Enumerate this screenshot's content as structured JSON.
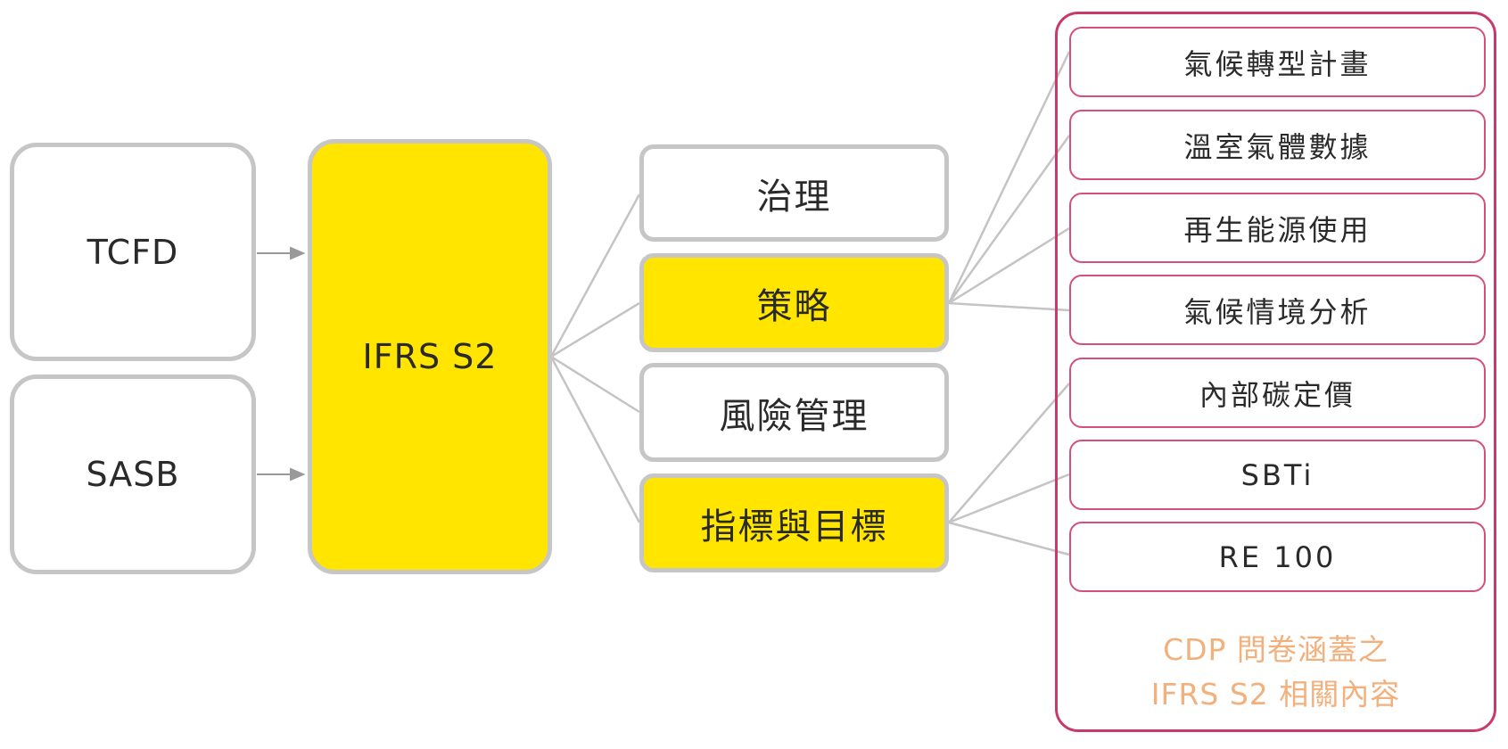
{
  "sources": [
    "TCFD",
    "SASB"
  ],
  "center": "IFRS S2",
  "pillars": [
    {
      "label": "治理",
      "highlighted": false
    },
    {
      "label": "策略",
      "highlighted": true
    },
    {
      "label": "風險管理",
      "highlighted": false
    },
    {
      "label": "指標與目標",
      "highlighted": true
    }
  ],
  "cdp_items": [
    "氣候轉型計畫",
    "溫室氣體數據",
    "再生能源使用",
    "氣候情境分析",
    "內部碳定價",
    "SBTi",
    "RE 100"
  ],
  "cdp_caption": [
    "CDP 問卷涵蓋之",
    "IFRS S2 相關內容"
  ],
  "colors": {
    "highlight": "#ffe500",
    "border": "#c6c6c6",
    "cdp_border": "#c93a68",
    "caption": "#f2b07c"
  }
}
